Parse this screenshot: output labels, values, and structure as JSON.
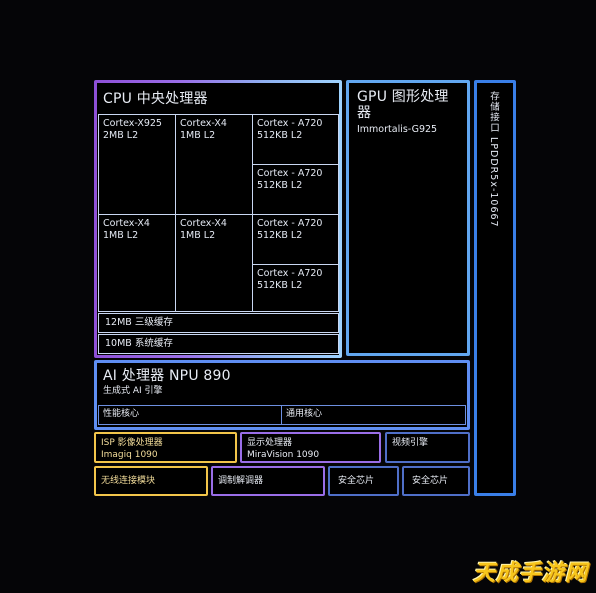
{
  "cpu": {
    "title": "CPU 中央处理器",
    "cores": [
      {
        "name": "Cortex-X925",
        "cache": "2MB L2"
      },
      {
        "name": "Cortex-X4",
        "cache": "1MB L2"
      },
      {
        "name": "Cortex - A720",
        "cache": "512KB L2"
      },
      {
        "name": "Cortex - A720",
        "cache": "512KB L2"
      },
      {
        "name": "Cortex-X4",
        "cache": "1MB L2"
      },
      {
        "name": "Cortex-X4",
        "cache": "1MB L2"
      },
      {
        "name": "Cortex - A720",
        "cache": "512KB L2"
      },
      {
        "name": "Cortex - A720",
        "cache": "512KB L2"
      }
    ],
    "l3_cache": "12MB 三级缓存",
    "system_cache": "10MB 系统缓存"
  },
  "gpu": {
    "title": "GPU 图形处理器",
    "model": "Immortalis-G925"
  },
  "memory": {
    "label": "存储接口 LPDDR5x-10667"
  },
  "ai": {
    "title": "AI 处理器 NPU 890",
    "subtitle": "生成式 AI 引擎",
    "performance_core": "性能核心",
    "general_core": "通用核心"
  },
  "isp": {
    "title": "ISP 影像处理器",
    "model": "Imagiq 1090"
  },
  "display": {
    "title": "显示处理器",
    "model": "MiraVision 1090"
  },
  "video": {
    "title": "视频引擎"
  },
  "bottom_row": {
    "wireless": "无线连接模块",
    "modem": "调制解调器",
    "security_1": "安全芯片",
    "security_2": "安全芯片"
  },
  "watermark": "天成手游网",
  "colors": {
    "background": "#050507",
    "cpu_border_start": "#8d4fd6",
    "cpu_border_end": "#9fd3ff",
    "gpu_border": "#62a7f0",
    "memory_border": "#3a7fe8",
    "ai_border": "#5f8ef2",
    "accent_yellow": "#f2c54a"
  }
}
